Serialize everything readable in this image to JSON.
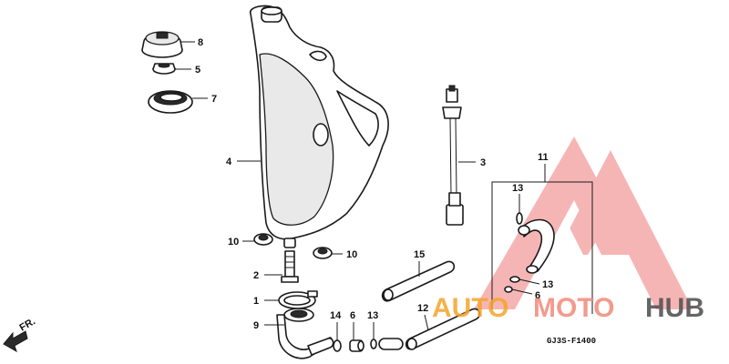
{
  "diagram": {
    "callouts": [
      {
        "id": "c8",
        "label": "8"
      },
      {
        "id": "c5",
        "label": "5"
      },
      {
        "id": "c7",
        "label": "7"
      },
      {
        "id": "c4",
        "label": "4"
      },
      {
        "id": "c3",
        "label": "3"
      },
      {
        "id": "c11",
        "label": "11"
      },
      {
        "id": "c13a",
        "label": "13"
      },
      {
        "id": "c13b",
        "label": "13"
      },
      {
        "id": "c6b",
        "label": "6"
      },
      {
        "id": "c10a",
        "label": "10"
      },
      {
        "id": "c10b",
        "label": "10"
      },
      {
        "id": "c15",
        "label": "15"
      },
      {
        "id": "c2",
        "label": "2"
      },
      {
        "id": "c1",
        "label": "1"
      },
      {
        "id": "c9",
        "label": "9"
      },
      {
        "id": "c14",
        "label": "14"
      },
      {
        "id": "c6a",
        "label": "6"
      },
      {
        "id": "c13c",
        "label": "13"
      },
      {
        "id": "c12",
        "label": "12"
      }
    ],
    "front_marker": "FR.",
    "drawing_code": "GJ3S-F1400"
  },
  "watermark": {
    "part1": "AUTO",
    "part2": "MOTO",
    "part3": "HUB",
    "colors": {
      "auto": "#f4a52a",
      "moto": "#f08a7a",
      "hub": "#555555",
      "logo": "#f07a7a"
    }
  }
}
